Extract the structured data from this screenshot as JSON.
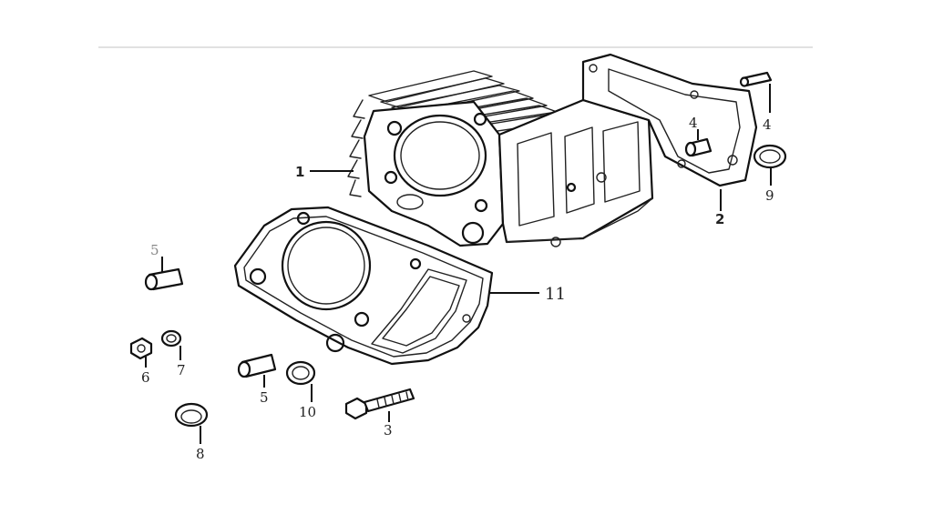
{
  "callouts": {
    "c1": "1",
    "c2": "2",
    "c3": "3",
    "c4a": "4",
    "c4b": "4",
    "c5a": "5",
    "c5b": "5",
    "c6": "6",
    "c7": "7",
    "c8": "8",
    "c9": "9",
    "c10": "10",
    "c11": "11"
  }
}
